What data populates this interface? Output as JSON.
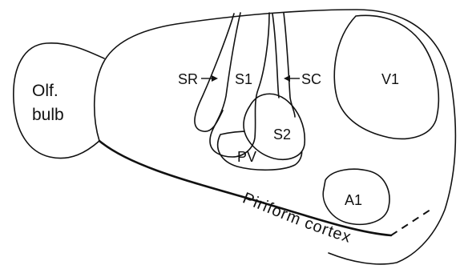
{
  "labels": {
    "olf_line1": "Olf.",
    "olf_line2": "bulb",
    "sr": "SR",
    "s1": "S1",
    "sc": "SC",
    "v1": "V1",
    "s2": "S2",
    "pv": "PV",
    "a1": "A1",
    "piriform_cortex": "Piriform cortex"
  },
  "colors": {
    "ink": "#111111",
    "background": "#ffffff"
  }
}
